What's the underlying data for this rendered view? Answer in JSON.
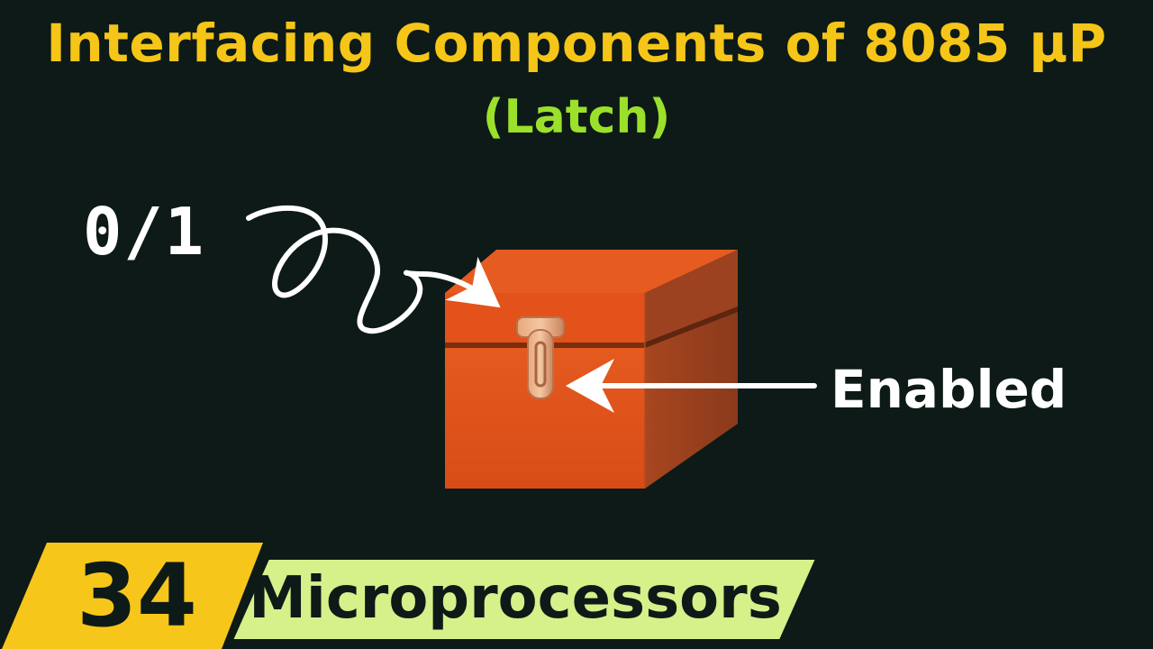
{
  "header": {
    "title": "Interfacing Components of 8085 μP",
    "subtitle": "(Latch)"
  },
  "diagram": {
    "input_label": "0/1",
    "state_label": "Enabled",
    "box_icon": "latch-box-icon",
    "clasp_icon": "clasp-icon"
  },
  "footer": {
    "episode_number": "34",
    "series_name": "Microprocessors"
  },
  "colors": {
    "background": "#0d1a17",
    "title": "#f5c518",
    "subtitle": "#9be02a",
    "badge_yellow": "#f7c61a",
    "badge_green": "#d6f08a",
    "box_front": "#e0511a",
    "box_side": "#9a4020",
    "box_top": "#e55a1f"
  }
}
